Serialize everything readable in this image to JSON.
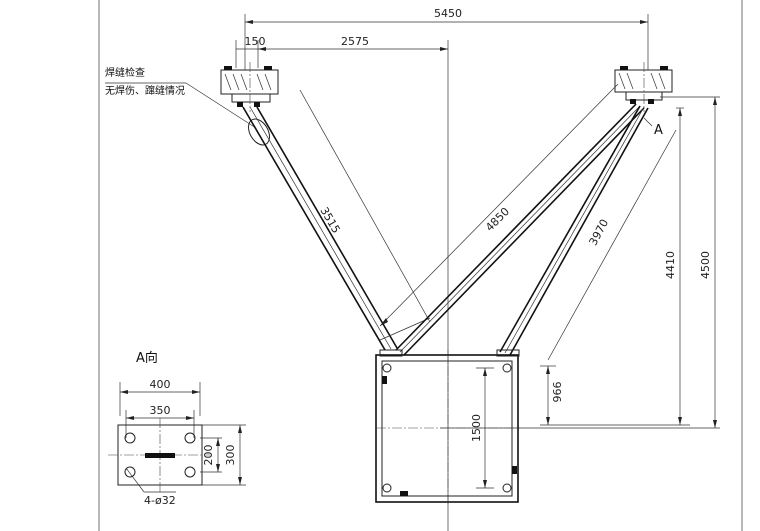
{
  "dimensions": {
    "overall_width": "5450",
    "left_offset": "150",
    "center_offset": "2575",
    "left_strut": "3515",
    "long_strut": "4850",
    "right_strut": "3970",
    "height_inner": "4410",
    "height_outer": "4500",
    "frame_drop": "966",
    "frame_height": "1500"
  },
  "weld_note": {
    "title": "焊缝检查",
    "detail": "无焊伤、蹿缝情况"
  },
  "section_marker": "A",
  "detail_view": {
    "title": "A向",
    "width_outer": "400",
    "width_inner": "350",
    "height_inner": "200",
    "height_outer": "300",
    "holes": "4-ø32"
  }
}
